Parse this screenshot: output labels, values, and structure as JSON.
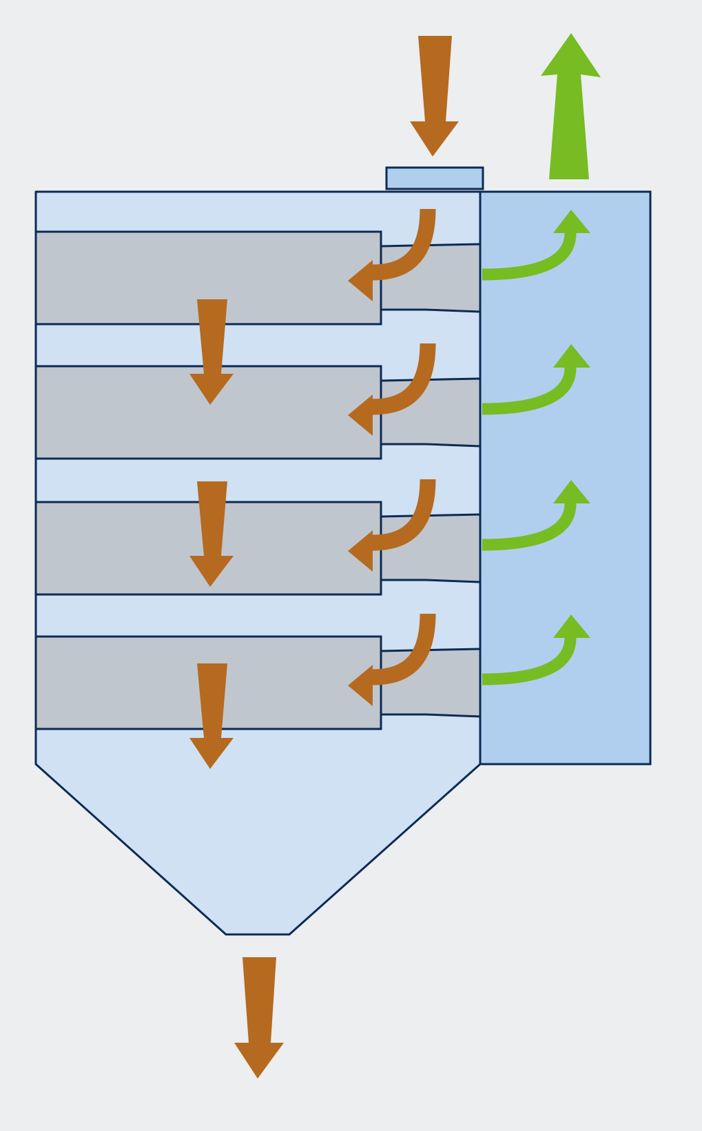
{
  "diagram": {
    "stages": 4,
    "colors": {
      "background": "#eceef0",
      "vessel_fill": "#cfe1f3",
      "outlet_chamber_fill": "#b0cfee",
      "tray_fill": "#c0c6ce",
      "outline": "#0d2a54",
      "solids_flow": "#b56a1f",
      "gas_flow": "#77bc22"
    },
    "arrows": {
      "feed_inlet": "solids-flow-down",
      "gas_outlet": "gas-flow-up",
      "tray_discharge": "solids-flow-down",
      "tray_feed": "solids-flow-curved-left",
      "gas_release": "gas-flow-curved-up",
      "bottom_discharge": "solids-flow-down"
    }
  }
}
